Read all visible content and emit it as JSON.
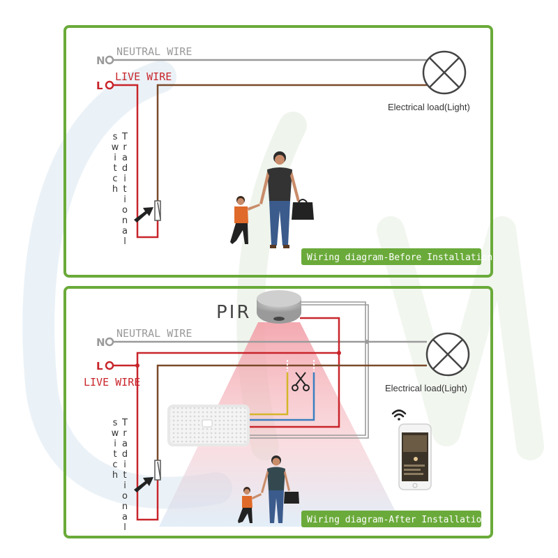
{
  "colors": {
    "panel_border": "#6aaa3a",
    "neutral": "#9a9a9a",
    "live": "#c8252b",
    "load_wire": "#7b4a2a",
    "badge_bg": "#6aaa3a",
    "yellow_wire": "#d4b62a",
    "blue_wire": "#3a7fc0",
    "beam": "#f2a0a8"
  },
  "before": {
    "neutral_terminal": "N",
    "neutral_label": "NEUTRAL WIRE",
    "live_terminal": "L",
    "live_label": "LIVE WIRE",
    "load_label": "Electrical load(Light)",
    "switch_word1": "Traditional",
    "switch_word2": "switch",
    "badge": "Wiring diagram-Before Installation"
  },
  "after": {
    "sensor_label": "PIR",
    "neutral_terminal": "N",
    "neutral_label": "NEUTRAL WIRE",
    "live_terminal": "L",
    "live_label": "LIVE WIRE",
    "load_label": "Electrical load(Light)",
    "switch_word1": "Traditional",
    "switch_word2": "switch",
    "cut_icon": "scissors-icon",
    "wifi_icon": "wifi-icon",
    "badge": "Wiring diagram-After Installation"
  }
}
